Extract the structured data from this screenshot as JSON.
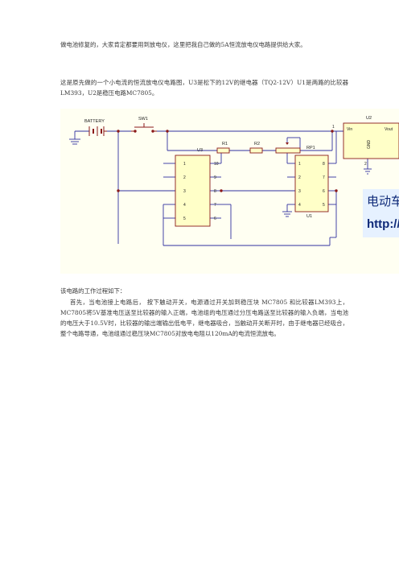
{
  "document": {
    "intro": "做电池修复的，大家肯定都要用到放电仪，这里把我自己做的5A恒流放电仪电路提供给大家。",
    "figure_caption": "这是原先做的一个小电流的恒流放电仪电路图，U3是松下的12V的继电器（TQ2-12V）U1是两路的比较器LM393，U2是稳压电路MC7805。",
    "process_heading": "该电路的工作过程如下：",
    "process_text": "首先，当电池接上电路后， 按下触动开关，电源通过开关加到稳压块 MC7805 和比较器LM393上，MC7805将5V基准电压送至比较器的输入正端，电池组的电压通过分压电路送至比较器的输入负端，当电池的电压大于10.5V时，比较器的输出端输出低电平，继电器吸合，当触动开关断开时，由于继电器已经吸合，整个电路导通，电池组通过稳压块MC7805对放电电阻以120mA的电流恒流放电。"
  },
  "schematic": {
    "battery_label": "BATTERY",
    "switch_label": "SW1",
    "r1_label": "R1",
    "r2_label": "R2",
    "rp1_label": "RP1",
    "u3_label": "U3",
    "u1_label": "U1",
    "u2_label": "U2",
    "vin_label": "Vin",
    "vout_label": "Vout",
    "gnd_label": "GND",
    "node_label": "1",
    "u2_pin_label": "2",
    "u3_left_pins": [
      "1",
      "2",
      "3",
      "4",
      "5"
    ],
    "u3_right_pins": [
      "10",
      "9",
      "8",
      "7",
      "6"
    ],
    "u1_left_pins": [
      "1",
      "2",
      "3",
      "4"
    ],
    "u1_right_pins": [
      "8",
      "7",
      "6",
      "5"
    ],
    "watermark_line1": "电动车",
    "watermark_line2": "http://b"
  },
  "colors": {
    "wire": "#3030a0",
    "schematic_bg": "#fffff2",
    "component": "#8b1a1a",
    "ic_fill": "#ffffc8",
    "watermark_text": "#0f2a78"
  }
}
